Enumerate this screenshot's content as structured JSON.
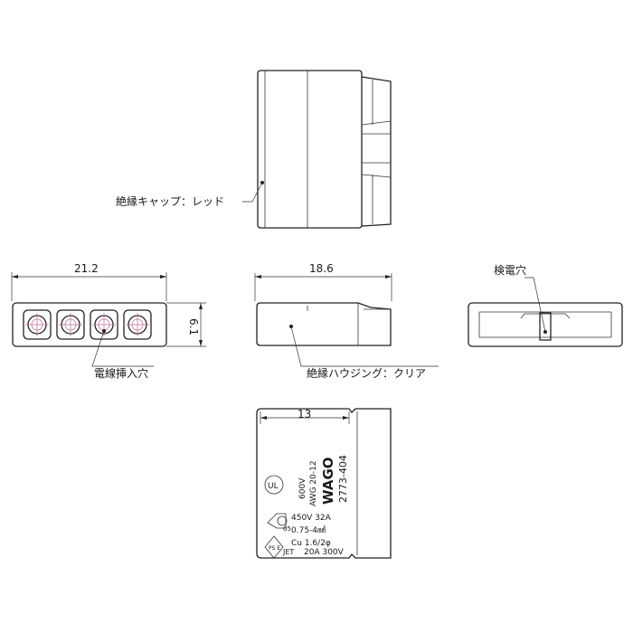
{
  "labels": {
    "cap": "絶縁キャップ：レッド",
    "wire_insert": "電線挿入穴",
    "housing": "絶縁ハウジング：クリア",
    "test_hole": "検電穴"
  },
  "dimensions": {
    "width": "21.2",
    "height": "6.1",
    "length": "18.6",
    "label_offset": "13"
  },
  "marking": {
    "brand": "WAGO",
    "part_number": "2773-404",
    "ul_rating": "600V",
    "awg": "AWG 20-12",
    "ce_rating": "450V 32A",
    "ce_cross_section": "0.75-4㎟",
    "cu_range": "Cu 1.6/2φ",
    "jet_rating": "20A 300V",
    "ps_mark": "PS E",
    "jet_mark": "JET",
    "ccc_mark": "05"
  }
}
